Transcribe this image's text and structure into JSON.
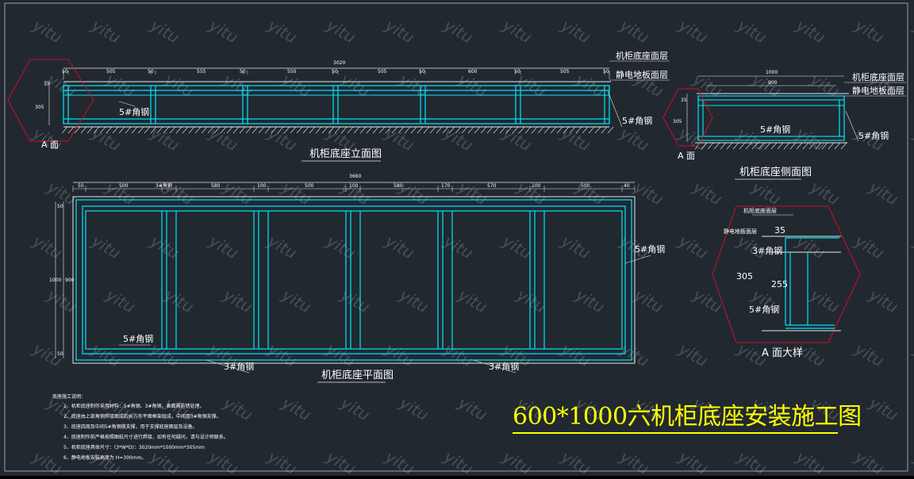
{
  "drawing_title": "600*1000六机柜底座安装施工图",
  "watermark": "yitu",
  "elevation": {
    "caption": "机柜底座立面图",
    "total_dim": "3020",
    "segment_dims": [
      "50",
      "505",
      "50",
      "555",
      "50",
      "550",
      "50",
      "505",
      "50",
      "600",
      "50",
      "505",
      "50"
    ],
    "height_dims": [
      "35",
      "305"
    ],
    "top_layer": "机柜底座面层",
    "floor_layer": "静电地板面层",
    "angle_left": "5#角钢",
    "angle_right": "5#角钢",
    "section_mark": "A 面"
  },
  "side": {
    "caption": "机柜底座侧面图",
    "total_dim": "1000",
    "inner_dim": "900",
    "height_dims": [
      "35",
      "305"
    ],
    "top_layer": "机柜底座面层",
    "floor_layer": "静电地板面层",
    "angle_center": "5#角钢",
    "angle_right": "5#角钢",
    "section_mark": "A 面"
  },
  "plan": {
    "caption": "机柜底座平面图",
    "total_dim": "3660",
    "segment_dims": [
      "50",
      "500",
      "3#角钢",
      "580",
      "100",
      "500",
      "100",
      "580",
      "170",
      "570",
      "100",
      "500",
      "40"
    ],
    "left_dims": [
      "50",
      "1000",
      "900",
      "50"
    ],
    "angle_right": "5#角钢",
    "angle_bottom_left": "5#角钢",
    "bottom_label_a": "3#角钢",
    "bottom_label_b": "3#角钢"
  },
  "detail": {
    "caption": "A 面大样",
    "top_layer": "机柜底座面层",
    "floor_layer": "静电地板面层",
    "dim_a": "35",
    "dim_total": "305",
    "dim_b": "255",
    "angle_top": "3#角钢",
    "angle_bottom": "5#角钢"
  },
  "notes": {
    "heading": "底座施工说明：",
    "items": [
      "1、机柜底座制作采用材料：5#角钢、3#角钢，表面需防锈处理。",
      "2、底座由上部角钢焊接面成的长方形平面框架组成，中间用3#角钢支撑。",
      "3、底座四周及中间5#角钢做支撑，用于支撑底座面层及设备。",
      "4、底座制作前严格按照图纸尺寸进行焊接，如有任何疑问，请与设计师联系。",
      "5、机柜底座具体尺寸：(3*W*D)：3020mm*1000mm*305mm",
      "6、静电地板安装高度为 H=300mm。"
    ]
  }
}
